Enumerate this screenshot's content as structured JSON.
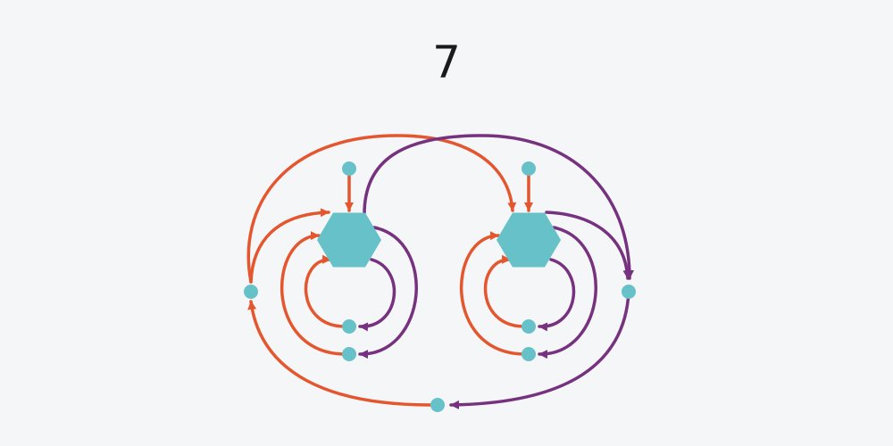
{
  "title": "7",
  "colors": {
    "background": "#f5f6f8",
    "hub": "#66c2c8",
    "node": "#66c2c8",
    "orange_edge": "#e4572e",
    "purple_edge": "#76317f"
  },
  "diagram": {
    "hubs": [
      "left-hub",
      "right-hub"
    ],
    "nodes": [
      "left-top-node",
      "left-inner-node",
      "left-middle-node",
      "left-outer-node",
      "right-top-node",
      "right-inner-node",
      "right-middle-node",
      "right-outer-node",
      "bottom-node"
    ],
    "edges": [
      {
        "from": "left-top-node",
        "to": "left-hub",
        "color": "orange"
      },
      {
        "from": "right-top-node",
        "to": "right-hub",
        "color": "orange"
      },
      {
        "from": "left-hub",
        "to": "left-inner-node",
        "color": "purple"
      },
      {
        "from": "left-inner-node",
        "to": "left-hub",
        "color": "orange"
      },
      {
        "from": "left-hub",
        "to": "left-middle-node",
        "color": "purple"
      },
      {
        "from": "left-middle-node",
        "to": "left-hub",
        "color": "orange"
      },
      {
        "from": "right-hub",
        "to": "right-inner-node",
        "color": "purple"
      },
      {
        "from": "right-inner-node",
        "to": "right-hub",
        "color": "orange"
      },
      {
        "from": "right-hub",
        "to": "right-middle-node",
        "color": "purple"
      },
      {
        "from": "right-middle-node",
        "to": "right-hub",
        "color": "orange"
      },
      {
        "from": "left-outer-node",
        "to": "left-hub",
        "color": "orange"
      },
      {
        "from": "left-outer-node",
        "to": "right-hub",
        "color": "orange"
      },
      {
        "from": "left-hub",
        "to": "right-outer-node",
        "color": "purple"
      },
      {
        "from": "right-hub",
        "to": "right-outer-node",
        "color": "purple"
      },
      {
        "from": "right-outer-node",
        "to": "bottom-node",
        "color": "purple"
      },
      {
        "from": "bottom-node",
        "to": "left-outer-node",
        "color": "orange"
      }
    ]
  }
}
